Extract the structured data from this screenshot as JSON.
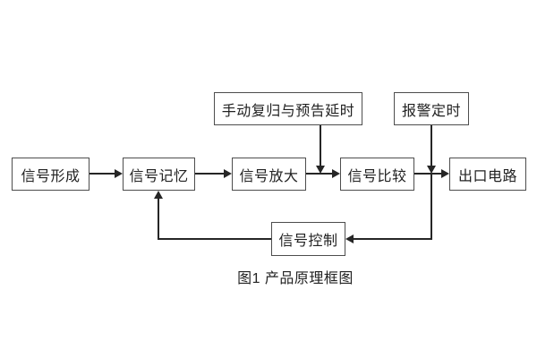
{
  "diagram": {
    "caption": "图1 产品原理框图",
    "nodes": [
      {
        "id": "signal-formation",
        "label": "信号形成"
      },
      {
        "id": "signal-memory",
        "label": "信号记忆"
      },
      {
        "id": "signal-amplify",
        "label": "信号放大"
      },
      {
        "id": "signal-compare",
        "label": "信号比较"
      },
      {
        "id": "output-circuit",
        "label": "出口电路"
      },
      {
        "id": "manual-reset-delay",
        "label": "手动复归与预告延时"
      },
      {
        "id": "alarm-timer",
        "label": "报警定时"
      },
      {
        "id": "signal-control",
        "label": "信号控制"
      }
    ],
    "edges": [
      {
        "from": "signal-formation",
        "to": "signal-memory"
      },
      {
        "from": "signal-memory",
        "to": "signal-amplify"
      },
      {
        "from": "signal-amplify",
        "to": "signal-compare"
      },
      {
        "from": "signal-compare",
        "to": "output-circuit"
      },
      {
        "from": "manual-reset-delay",
        "to": "amplify-compare-link"
      },
      {
        "from": "alarm-timer",
        "to": "compare-output-link"
      },
      {
        "from": "compare-output-junction",
        "to": "signal-control"
      },
      {
        "from": "signal-control",
        "to": "signal-memory"
      }
    ],
    "colors": {
      "background": "#ffffff",
      "box_border": "#4d4d4d",
      "line": "#262626",
      "text": "#222222"
    }
  }
}
